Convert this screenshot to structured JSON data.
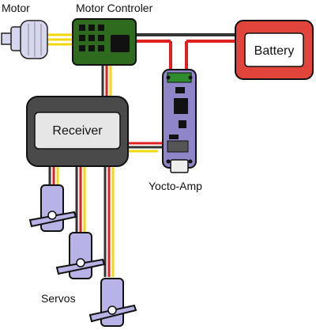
{
  "labels": {
    "motor": "Motor",
    "motor_controller": "Motor Controler",
    "battery": "Battery",
    "receiver": "Receiver",
    "yocto_amp": "Yocto-Amp",
    "servos": "Servos"
  },
  "colors": {
    "motor_body": "#d6d6ee",
    "controller_pcb": "#2f6b1f",
    "battery_body": "#e0443b",
    "receiver_body": "#4a4a4a",
    "yocto_pcb": "#8e86c8",
    "wire_red": "#e02020",
    "wire_black": "#333333",
    "wire_yellow": "#f2d70a",
    "servo_body": "#b7b3e6"
  }
}
